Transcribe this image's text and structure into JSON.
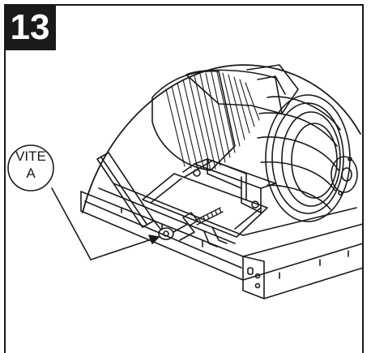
{
  "step": {
    "number": "13"
  },
  "callout": {
    "line1": "VITE",
    "line2": "A"
  },
  "colors": {
    "ink": "#1a1a1a",
    "paper": "#ffffff"
  },
  "icons": {
    "motor": "electric-motor-illustration",
    "screw": "screw-a-illustration"
  }
}
